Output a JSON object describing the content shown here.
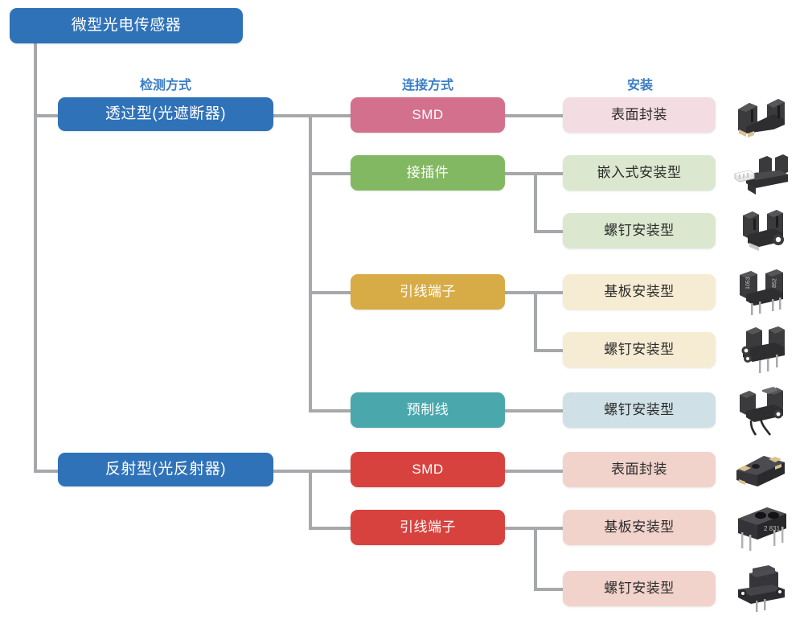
{
  "root": {
    "label": "微型光电传感器"
  },
  "columns": [
    {
      "id": "detection",
      "label": "检测方式"
    },
    {
      "id": "connection",
      "label": "连接方式"
    },
    {
      "id": "mounting",
      "label": "安装"
    }
  ],
  "colors": {
    "root": "#2f72b8",
    "detection": "#2f72b8",
    "smd_pink": "#d3708e",
    "connector_green": "#83b863",
    "lead_gold": "#d7ac46",
    "prewired_teal": "#4aa8ad",
    "smd_red": "#d8423e",
    "light_pink": "#f4dce3",
    "light_green": "#dbe8cf",
    "light_gold": "#f6ecd3",
    "light_teal": "#cfe0e6",
    "light_red": "#f2d3cb",
    "line": "#a6a8ab",
    "header_text": "#3a7ec4"
  },
  "detection_types": [
    {
      "id": "through",
      "label": "透过型(光遮断器)"
    },
    {
      "id": "reflective",
      "label": "反射型(光反射器)"
    }
  ],
  "connections": [
    {
      "id": "smd-through",
      "label": "SMD",
      "parent": "through"
    },
    {
      "id": "connector",
      "label": "接插件",
      "parent": "through"
    },
    {
      "id": "lead-through",
      "label": "引线端子",
      "parent": "through"
    },
    {
      "id": "prewired",
      "label": "预制线",
      "parent": "through"
    },
    {
      "id": "smd-reflective",
      "label": "SMD",
      "parent": "reflective"
    },
    {
      "id": "lead-reflective",
      "label": "引线端子",
      "parent": "reflective"
    }
  ],
  "mountings": [
    {
      "id": "m1",
      "label": "表面封装",
      "parent": "smd-through",
      "thumb": "slot-sensor-smd"
    },
    {
      "id": "m2",
      "label": "嵌入式安装型",
      "parent": "connector",
      "thumb": "connector-sensor"
    },
    {
      "id": "m3",
      "label": "螺钉安装型",
      "parent": "connector",
      "thumb": "slot-sensor-screw"
    },
    {
      "id": "m4",
      "label": "基板安装型",
      "parent": "lead-through",
      "thumb": "slot-sensor-pcb"
    },
    {
      "id": "m5",
      "label": "螺钉安装型",
      "parent": "lead-through",
      "thumb": "slot-sensor-screw-lead"
    },
    {
      "id": "m6",
      "label": "螺钉安装型",
      "parent": "prewired",
      "thumb": "slot-sensor-wired"
    },
    {
      "id": "m7",
      "label": "表面封装",
      "parent": "smd-reflective",
      "thumb": "reflective-smd"
    },
    {
      "id": "m8",
      "label": "基板安装型",
      "parent": "lead-reflective",
      "thumb": "reflective-pcb"
    },
    {
      "id": "m9",
      "label": "螺钉安装型",
      "parent": "lead-reflective",
      "thumb": "reflective-screw"
    }
  ]
}
